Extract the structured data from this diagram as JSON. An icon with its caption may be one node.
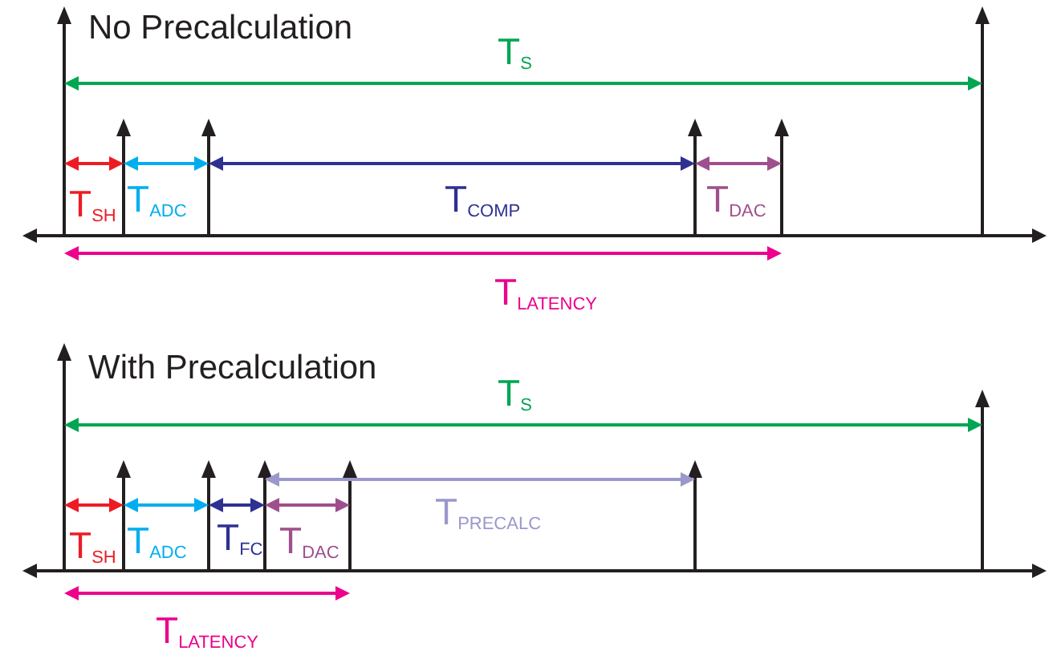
{
  "diagram": {
    "labels": [
      "No Precalculation",
      "T$_{S}$",
      "T$_{SH}$",
      "T$_{ADC}$",
      "T$_{COMP}$",
      "T$_{DAC}$",
      "T$_{LATENCY}$",
      "With Precalculation",
      "T$_{S}$",
      "T$_{SH}$",
      "T$_{ADC}$",
      "T$_{FC}$",
      "T$_{DAC}$",
      "T$_{PRECALC}$",
      "T$_{LATENCY}$"
    ]
  }
}
